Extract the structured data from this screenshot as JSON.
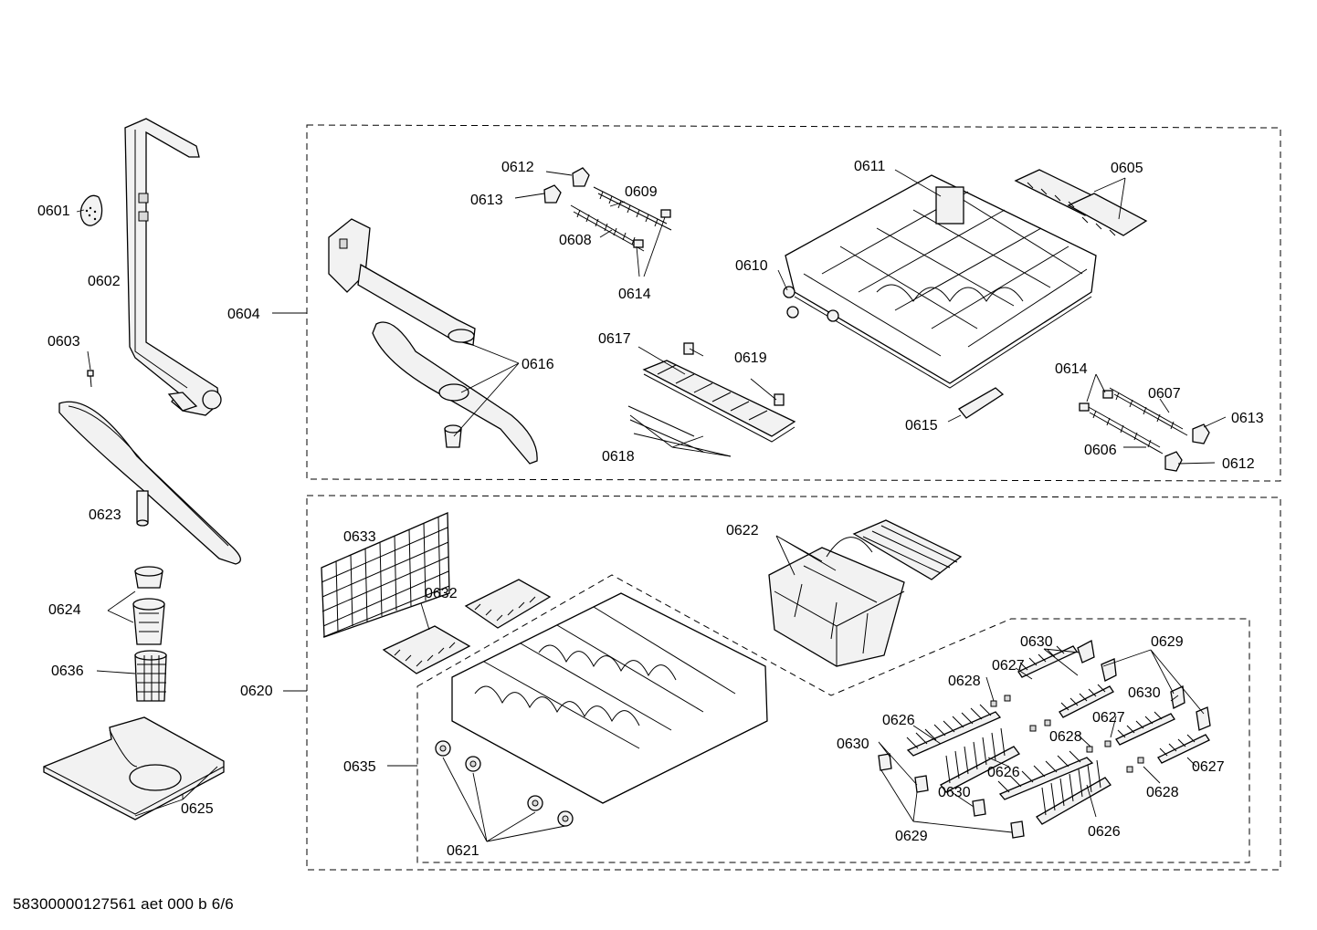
{
  "labels": {
    "p0601": "0601",
    "p0602": "0602",
    "p0603": "0603",
    "p0604": "0604",
    "p0605": "0605",
    "p0606": "0606",
    "p0607": "0607",
    "p0608": "0608",
    "p0609": "0609",
    "p0610": "0610",
    "p0611": "0611",
    "p0612a": "0612",
    "p0612b": "0612",
    "p0613a": "0613",
    "p0613b": "0613",
    "p0614a": "0614",
    "p0614b": "0614",
    "p0615": "0615",
    "p0616": "0616",
    "p0617": "0617",
    "p0618": "0618",
    "p0619": "0619",
    "p0620": "0620",
    "p0621": "0621",
    "p0622": "0622",
    "p0623": "0623",
    "p0624": "0624",
    "p0625": "0625",
    "p0626a": "0626",
    "p0626b": "0626",
    "p0626c": "0626",
    "p0627a": "0627",
    "p0627b": "0627",
    "p0627c": "0627",
    "p0628a": "0628",
    "p0628b": "0628",
    "p0628c": "0628",
    "p0629a": "0629",
    "p0629b": "0629",
    "p0630a": "0630",
    "p0630b": "0630",
    "p0630c": "0630",
    "p0630d": "0630",
    "p0632": "0632",
    "p0633": "0633",
    "p0635": "0635",
    "p0636": "0636"
  },
  "footer": "58300000127561 aet 000 b 6/6"
}
